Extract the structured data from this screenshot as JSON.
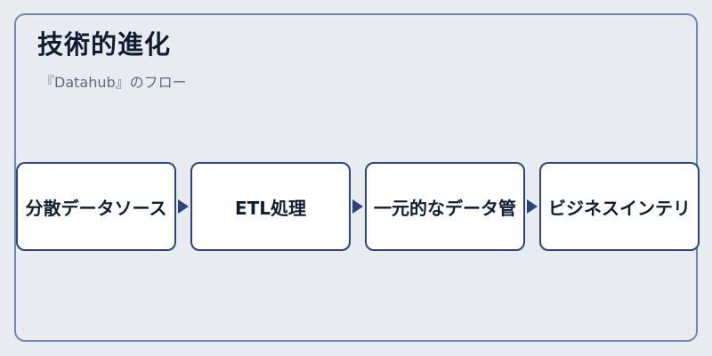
{
  "header": {
    "title": "技術的進化",
    "subtitle": "『Datahub』のフロー"
  },
  "flow": {
    "steps": [
      {
        "label": "分散データソース"
      },
      {
        "label": "ETL処理"
      },
      {
        "label": "一元的なデータ管"
      },
      {
        "label": "ビジネスインテリ"
      }
    ]
  },
  "colors": {
    "background": "#e8ecf1",
    "frame_border": "#6f86b3",
    "box_border": "#2d4478",
    "arrow": "#2d4478",
    "title": "#0f1d33",
    "subtitle": "#5b6b85"
  }
}
